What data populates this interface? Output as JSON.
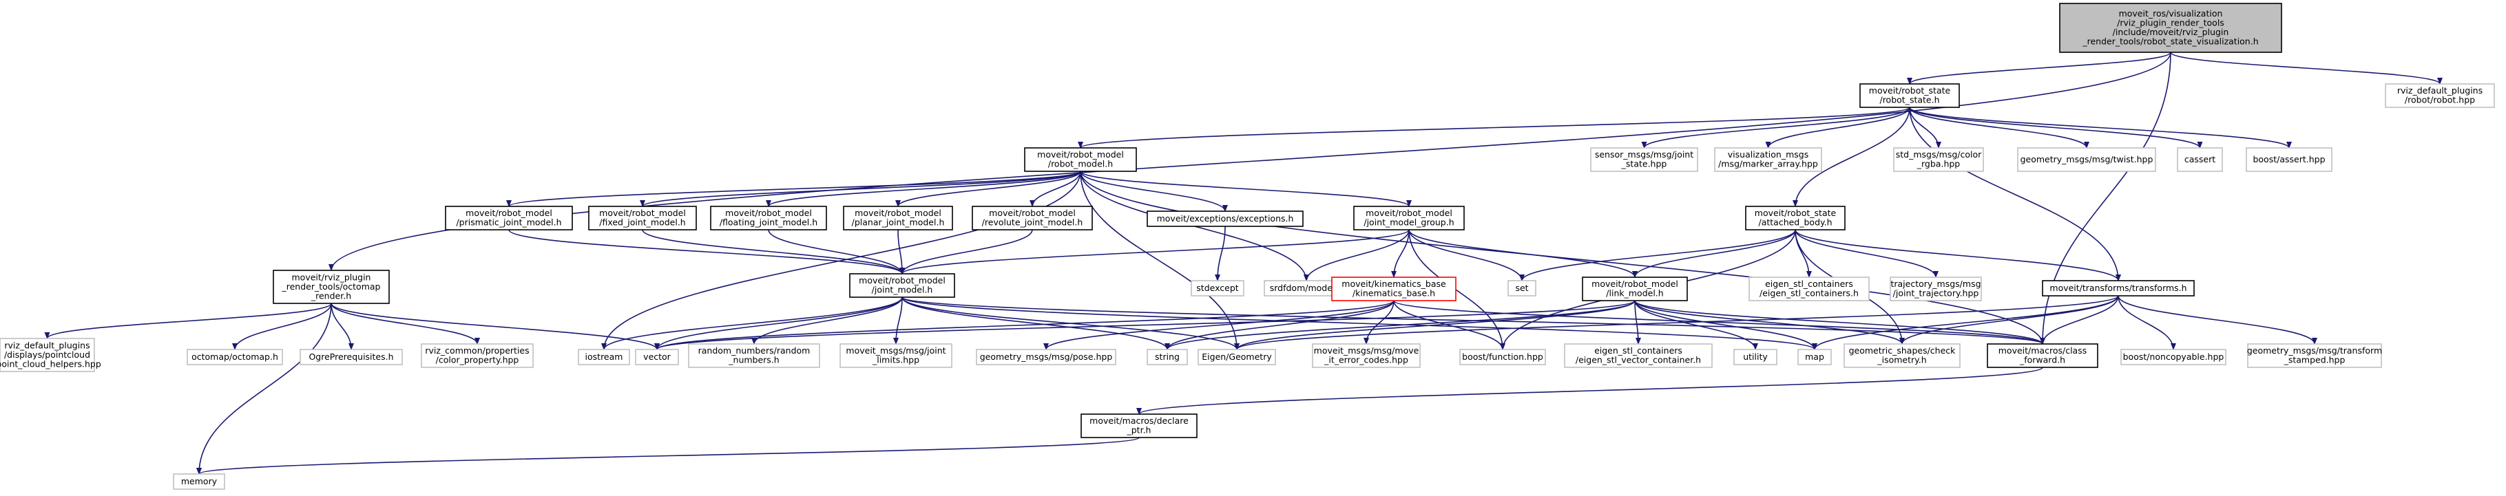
{
  "colors": {
    "edge": "#191970",
    "root_fill": "#bfbfbf",
    "internal_border": "#000000",
    "external_border": "#bfbfbf",
    "highlight_border": "#ff0000",
    "text": "#000000"
  },
  "graph": {
    "nodes": [
      {
        "id": "root",
        "kind": "root",
        "lines": [
          "moveit_ros/visualization",
          "/rviz_plugin_render_tools",
          "/include/moveit/rviz_plugin",
          "_render_tools/robot_state_visualization.h"
        ]
      },
      {
        "id": "robot_state",
        "kind": "internal",
        "lines": [
          "moveit/robot_state",
          "/robot_state.h"
        ]
      },
      {
        "id": "rviz_default_robot",
        "kind": "external",
        "lines": [
          "rviz_default_plugins",
          "/robot/robot.hpp"
        ]
      },
      {
        "id": "robot_model",
        "kind": "internal",
        "lines": [
          "moveit/robot_model",
          "/robot_model.h"
        ]
      },
      {
        "id": "sensor_msgs",
        "kind": "external",
        "lines": [
          "sensor_msgs/msg/joint",
          "_state.hpp"
        ]
      },
      {
        "id": "visualization_msgs",
        "kind": "external",
        "lines": [
          "visualization_msgs",
          "/msg/marker_array.hpp"
        ]
      },
      {
        "id": "std_msgs",
        "kind": "external",
        "lines": [
          "std_msgs/msg/color",
          "_rgba.hpp"
        ]
      },
      {
        "id": "geom_twist",
        "kind": "external",
        "lines": [
          "geometry_msgs/msg/twist.hpp"
        ]
      },
      {
        "id": "cassert",
        "kind": "external",
        "lines": [
          "cassert"
        ]
      },
      {
        "id": "boost_assert",
        "kind": "external",
        "lines": [
          "boost/assert.hpp"
        ]
      },
      {
        "id": "prismatic",
        "kind": "internal",
        "lines": [
          "moveit/robot_model",
          "/prismatic_joint_model.h"
        ]
      },
      {
        "id": "fixed",
        "kind": "internal",
        "lines": [
          "moveit/robot_model",
          "/fixed_joint_model.h"
        ]
      },
      {
        "id": "floating",
        "kind": "internal",
        "lines": [
          "moveit/robot_model",
          "/floating_joint_model.h"
        ]
      },
      {
        "id": "planar",
        "kind": "internal",
        "lines": [
          "moveit/robot_model",
          "/planar_joint_model.h"
        ]
      },
      {
        "id": "revolute",
        "kind": "internal",
        "lines": [
          "moveit/robot_model",
          "/revolute_joint_model.h"
        ]
      },
      {
        "id": "exceptions",
        "kind": "internal",
        "lines": [
          "moveit/exceptions/exceptions.h"
        ]
      },
      {
        "id": "jmg",
        "kind": "internal",
        "lines": [
          "moveit/robot_model",
          "/joint_model_group.h"
        ]
      },
      {
        "id": "attached_body",
        "kind": "internal",
        "lines": [
          "moveit/robot_state",
          "/attached_body.h"
        ]
      },
      {
        "id": "octomap_render",
        "kind": "internal",
        "lines": [
          "moveit/rviz_plugin",
          "_render_tools/octomap",
          "_render.h"
        ]
      },
      {
        "id": "joint_model",
        "kind": "internal",
        "lines": [
          "moveit/robot_model",
          "/joint_model.h"
        ]
      },
      {
        "id": "stdexcept",
        "kind": "external",
        "lines": [
          "stdexcept"
        ]
      },
      {
        "id": "srdfdom",
        "kind": "external",
        "lines": [
          "srdfdom/model.h"
        ]
      },
      {
        "id": "kinematics_base",
        "kind": "highlight",
        "lines": [
          "moveit/kinematics_base",
          "/kinematics_base.h"
        ]
      },
      {
        "id": "link_model",
        "kind": "internal",
        "lines": [
          "moveit/robot_model",
          "/link_model.h"
        ]
      },
      {
        "id": "set",
        "kind": "external",
        "lines": [
          "set"
        ]
      },
      {
        "id": "eigen_containers",
        "kind": "external",
        "lines": [
          "eigen_stl_containers",
          "/eigen_stl_containers.h"
        ]
      },
      {
        "id": "trajectory_msgs",
        "kind": "external",
        "lines": [
          "trajectory_msgs/msg",
          "/joint_trajectory.hpp"
        ]
      },
      {
        "id": "transforms",
        "kind": "internal",
        "lines": [
          "moveit/transforms/transforms.h"
        ]
      },
      {
        "id": "pointcloud_helpers",
        "kind": "external",
        "lines": [
          "rviz_default_plugins",
          "/displays/pointcloud",
          "/point_cloud_helpers.hpp"
        ]
      },
      {
        "id": "octomap",
        "kind": "external",
        "lines": [
          "octomap/octomap.h"
        ]
      },
      {
        "id": "ogre",
        "kind": "external",
        "lines": [
          "OgrePrerequisites.h"
        ]
      },
      {
        "id": "rviz_color",
        "kind": "external",
        "lines": [
          "rviz_common/properties",
          "/color_property.hpp"
        ]
      },
      {
        "id": "iostream",
        "kind": "external",
        "lines": [
          "iostream"
        ]
      },
      {
        "id": "vector",
        "kind": "external",
        "lines": [
          "vector"
        ]
      },
      {
        "id": "random_numbers",
        "kind": "external",
        "lines": [
          "random_numbers/random",
          "_numbers.h"
        ]
      },
      {
        "id": "joint_limits",
        "kind": "external",
        "lines": [
          "moveit_msgs/msg/joint",
          "_limits.hpp"
        ]
      },
      {
        "id": "pose",
        "kind": "external",
        "lines": [
          "geometry_msgs/msg/pose.hpp"
        ]
      },
      {
        "id": "string",
        "kind": "external",
        "lines": [
          "string"
        ]
      },
      {
        "id": "eigen_geometry",
        "kind": "external",
        "lines": [
          "Eigen/Geometry"
        ]
      },
      {
        "id": "move_it_error",
        "kind": "external",
        "lines": [
          "moveit_msgs/msg/move",
          "_it_error_codes.hpp"
        ]
      },
      {
        "id": "boost_function",
        "kind": "external",
        "lines": [
          "boost/function.hpp"
        ]
      },
      {
        "id": "eigen_vector_container",
        "kind": "external",
        "lines": [
          "eigen_stl_containers",
          "/eigen_stl_vector_container.h"
        ]
      },
      {
        "id": "utility",
        "kind": "external",
        "lines": [
          "utility"
        ]
      },
      {
        "id": "map",
        "kind": "external",
        "lines": [
          "map"
        ]
      },
      {
        "id": "geometric_shapes",
        "kind": "external",
        "lines": [
          "geometric_shapes/check",
          "_isometry.h"
        ]
      },
      {
        "id": "class_forward",
        "kind": "internal",
        "lines": [
          "moveit/macros/class",
          "_forward.h"
        ]
      },
      {
        "id": "boost_noncopyable",
        "kind": "external",
        "lines": [
          "boost/noncopyable.hpp"
        ]
      },
      {
        "id": "transform_stamped",
        "kind": "external",
        "lines": [
          "geometry_msgs/msg/transform",
          "_stamped.hpp"
        ]
      },
      {
        "id": "declare_ptr",
        "kind": "internal",
        "lines": [
          "moveit/macros/declare",
          "_ptr.h"
        ]
      },
      {
        "id": "memory",
        "kind": "external",
        "lines": [
          "memory"
        ]
      }
    ],
    "edges": [
      [
        "root",
        "robot_state"
      ],
      [
        "root",
        "rviz_default_robot"
      ],
      [
        "root",
        "octomap_render"
      ],
      [
        "root",
        "class_forward"
      ],
      [
        "robot_state",
        "robot_model"
      ],
      [
        "robot_state",
        "attached_body"
      ],
      [
        "robot_state",
        "transforms"
      ],
      [
        "robot_state",
        "sensor_msgs"
      ],
      [
        "robot_state",
        "visualization_msgs"
      ],
      [
        "robot_state",
        "std_msgs"
      ],
      [
        "robot_state",
        "geom_twist"
      ],
      [
        "robot_state",
        "cassert"
      ],
      [
        "robot_state",
        "boost_assert"
      ],
      [
        "robot_model",
        "prismatic"
      ],
      [
        "robot_model",
        "fixed"
      ],
      [
        "robot_model",
        "floating"
      ],
      [
        "robot_model",
        "planar"
      ],
      [
        "robot_model",
        "revolute"
      ],
      [
        "robot_model",
        "exceptions"
      ],
      [
        "robot_model",
        "jmg"
      ],
      [
        "robot_model",
        "srdfdom"
      ],
      [
        "robot_model",
        "iostream"
      ],
      [
        "robot_model",
        "eigen_geometry"
      ],
      [
        "robot_model",
        "class_forward"
      ],
      [
        "prismatic",
        "joint_model"
      ],
      [
        "fixed",
        "joint_model"
      ],
      [
        "floating",
        "joint_model"
      ],
      [
        "planar",
        "joint_model"
      ],
      [
        "revolute",
        "joint_model"
      ],
      [
        "exceptions",
        "stdexcept"
      ],
      [
        "jmg",
        "joint_model"
      ],
      [
        "jmg",
        "link_model"
      ],
      [
        "jmg",
        "kinematics_base"
      ],
      [
        "jmg",
        "srdfdom"
      ],
      [
        "jmg",
        "set"
      ],
      [
        "jmg",
        "boost_function"
      ],
      [
        "attached_body",
        "link_model"
      ],
      [
        "attached_body",
        "transforms"
      ],
      [
        "attached_body",
        "set"
      ],
      [
        "attached_body",
        "boost_function"
      ],
      [
        "attached_body",
        "eigen_containers"
      ],
      [
        "attached_body",
        "trajectory_msgs"
      ],
      [
        "attached_body",
        "geometric_shapes"
      ],
      [
        "joint_model",
        "vector"
      ],
      [
        "joint_model",
        "iostream"
      ],
      [
        "joint_model",
        "random_numbers"
      ],
      [
        "joint_model",
        "joint_limits"
      ],
      [
        "joint_model",
        "string"
      ],
      [
        "joint_model",
        "eigen_geometry"
      ],
      [
        "joint_model",
        "map"
      ],
      [
        "joint_model",
        "class_forward"
      ],
      [
        "kinematics_base",
        "pose"
      ],
      [
        "kinematics_base",
        "move_it_error"
      ],
      [
        "kinematics_base",
        "boost_function"
      ],
      [
        "kinematics_base",
        "string"
      ],
      [
        "kinematics_base",
        "vector"
      ],
      [
        "kinematics_base",
        "class_forward"
      ],
      [
        "link_model",
        "eigen_vector_container"
      ],
      [
        "link_model",
        "utility"
      ],
      [
        "link_model",
        "map"
      ],
      [
        "link_model",
        "geometric_shapes"
      ],
      [
        "link_model",
        "eigen_geometry"
      ],
      [
        "link_model",
        "string"
      ],
      [
        "link_model",
        "vector"
      ],
      [
        "link_model",
        "class_forward"
      ],
      [
        "transforms",
        "eigen_geometry"
      ],
      [
        "transforms",
        "map"
      ],
      [
        "transforms",
        "boost_noncopyable"
      ],
      [
        "transforms",
        "transform_stamped"
      ],
      [
        "transforms",
        "class_forward"
      ],
      [
        "transforms",
        "geometric_shapes"
      ],
      [
        "octomap_render",
        "pointcloud_helpers"
      ],
      [
        "octomap_render",
        "octomap"
      ],
      [
        "octomap_render",
        "ogre"
      ],
      [
        "octomap_render",
        "rviz_color"
      ],
      [
        "octomap_render",
        "vector"
      ],
      [
        "octomap_render",
        "memory"
      ],
      [
        "class_forward",
        "declare_ptr"
      ],
      [
        "declare_ptr",
        "memory"
      ]
    ]
  }
}
